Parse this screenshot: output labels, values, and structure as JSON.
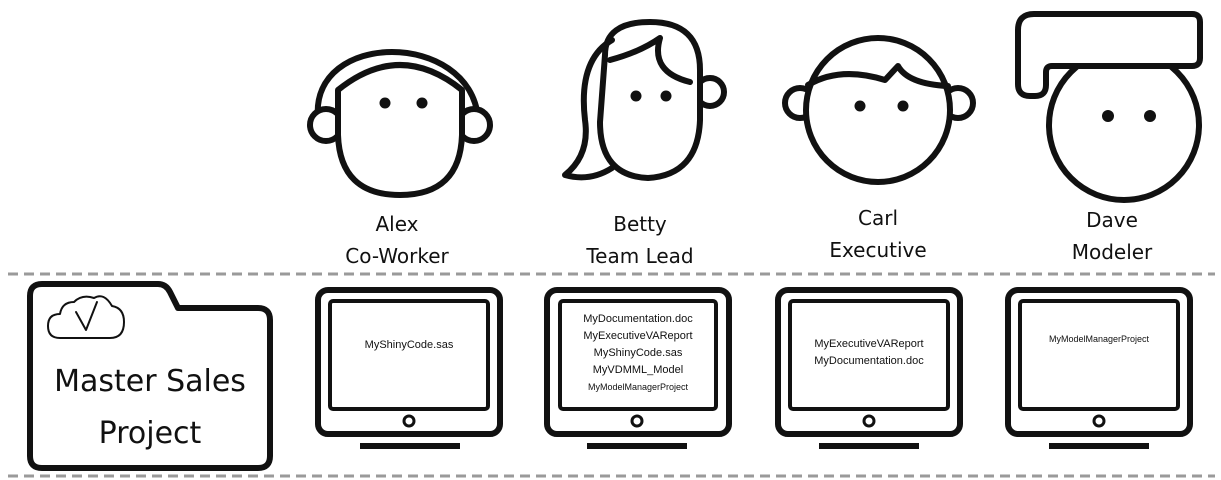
{
  "people": [
    {
      "name": "Alex",
      "role": "Co-Worker"
    },
    {
      "name": "Betty",
      "role": "Team Lead"
    },
    {
      "name": "Carl",
      "role": "Executive"
    },
    {
      "name": "Dave",
      "role": "Modeler"
    }
  ],
  "folder": {
    "line1": "Master Sales",
    "line2": "Project",
    "icon": "cloud-check-icon"
  },
  "screens": [
    {
      "files": [
        "MyShinyCode.sas"
      ]
    },
    {
      "files": [
        "MyDocumentation.doc",
        "MyExecutiveVAReport",
        "MyShinyCode.sas",
        "MyVDMML_Model",
        "MyModelManagerProject"
      ]
    },
    {
      "files": [
        "MyExecutiveVAReport",
        "MyDocumentation.doc"
      ]
    },
    {
      "files": [
        "MyModelManagerProject"
      ]
    }
  ],
  "colors": {
    "stroke": "#111111",
    "divider": "#9a9a9a",
    "background": "#ffffff"
  }
}
